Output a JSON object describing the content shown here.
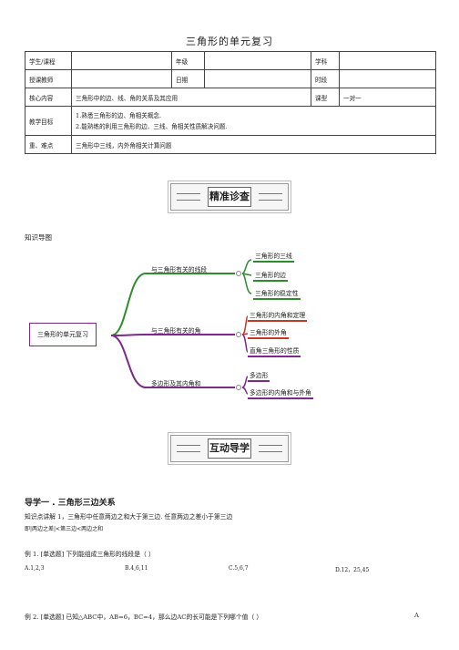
{
  "doc": {
    "title": "三角形的单元复习"
  },
  "info_table": {
    "row1": [
      "学生/课程",
      "",
      "年级",
      "",
      "学科",
      ""
    ],
    "row2": [
      "授课教师",
      "",
      "日期",
      "",
      "时段",
      ""
    ],
    "row3": [
      "核心内容",
      "三角形中的边、线、角的关系及其应用",
      "课型",
      "一对一"
    ],
    "row4_label": "教学目标",
    "row4_lines": [
      "1.熟悉三角形的边、角相关概念.",
      "2.能熟练的利用三角形的边、三线、角相关性质解决问题."
    ],
    "row5": [
      "重、难点",
      "三角形中三线，内外角相关计算问题"
    ]
  },
  "banner1": "精准诊查",
  "knowledge_map_label": "知识导图",
  "mindmap": {
    "root": "三角形的单元复习",
    "branches": [
      {
        "label": "与三角形有关的线段",
        "children": [
          "三角形的三线",
          "三角形的边",
          "三角形的稳定性"
        ]
      },
      {
        "label": "与三角形有关的角",
        "children": [
          "三角形的内角和定理",
          "三角形的外角",
          "直角三角形的性质"
        ]
      },
      {
        "label": "多边形及其内角和",
        "children": [
          "多边形",
          "多边形的内角和与外角"
        ]
      }
    ]
  },
  "banner2": "互动导学",
  "section1": {
    "heading": "导学一 .  三角形三边关系",
    "explain": "知识点讲解  1，三角形中任意两边之和大于第三边. 任意两边之差小于第三边",
    "formula": "即|两边之差|<第三边<两边之和",
    "ex1": {
      "question": "例 1. [单选题] 下列能组成三角形的线段是（        ）",
      "options": [
        "A.1,2,3",
        "B.4,6,11",
        "C.5,6,7",
        "D.12，25,45"
      ]
    },
    "ex2": {
      "question": "例  2.  [单选题] 已知△ABC中，AB=6，BC=4，那么边AC的长可能是下列哪个值（     ）",
      "answer": "A"
    }
  }
}
